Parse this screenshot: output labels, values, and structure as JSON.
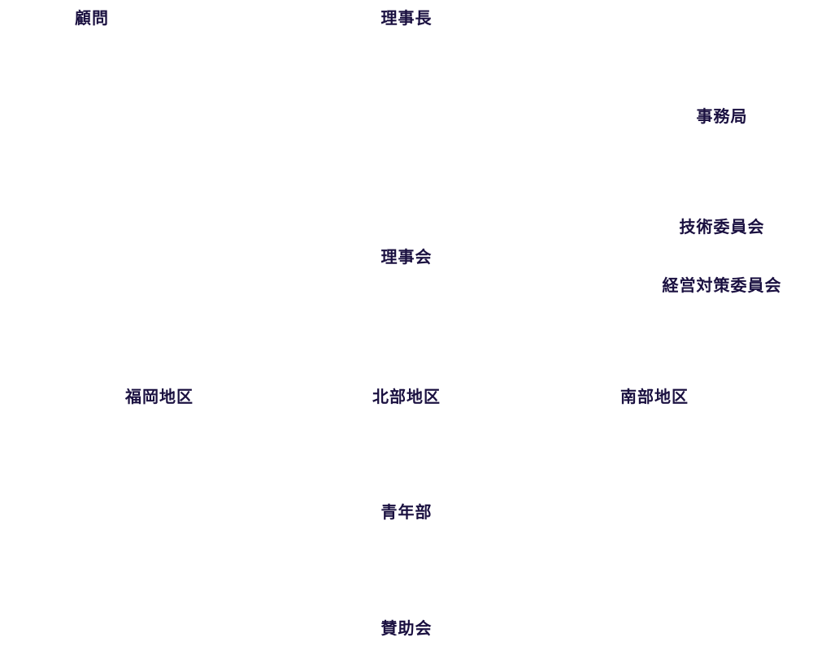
{
  "diagram": {
    "type": "organization-chart",
    "text_color": "#1a1040",
    "background": "#ffffff",
    "nodes": {
      "advisor": "顧問",
      "chairman": "理事長",
      "secretariat": "事務局",
      "technical_committee": "技術委員会",
      "board": "理事会",
      "management_committee": "経営対策委員会",
      "fukuoka_district": "福岡地区",
      "north_district": "北部地区",
      "south_district": "南部地区",
      "youth_division": "青年部",
      "supporters": "賛助会"
    }
  }
}
